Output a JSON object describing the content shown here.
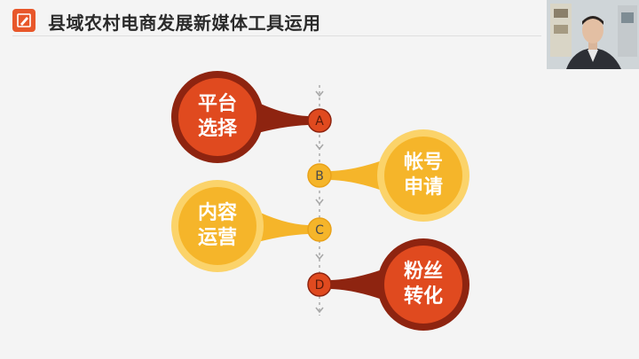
{
  "header": {
    "title": "县域农村电商发展新媒体工具运用",
    "logo_icon": "pencil-icon",
    "brand_color": "#e8572a"
  },
  "diagram": {
    "colors": {
      "dark_red": "#c0341b",
      "red_fill": "#e04a1f",
      "ring_dark": "#8e2410",
      "yellow": "#f5b52a",
      "yellow_ring": "#fbd36a",
      "axis": "#a8a8a8",
      "node_text": "#4a4a4a"
    },
    "steps": [
      {
        "letter": "A",
        "label_line1": "平台",
        "label_line2": "选择",
        "side": "left",
        "tone": "red"
      },
      {
        "letter": "B",
        "label_line1": "帐号",
        "label_line2": "申请",
        "side": "right",
        "tone": "yellow"
      },
      {
        "letter": "C",
        "label_line1": "内容",
        "label_line2": "运营",
        "side": "left",
        "tone": "yellow"
      },
      {
        "letter": "D",
        "label_line1": "粉丝",
        "label_line2": "转化",
        "side": "right",
        "tone": "red"
      }
    ]
  },
  "webcam": {
    "description_icon": "presenter-video-icon"
  }
}
